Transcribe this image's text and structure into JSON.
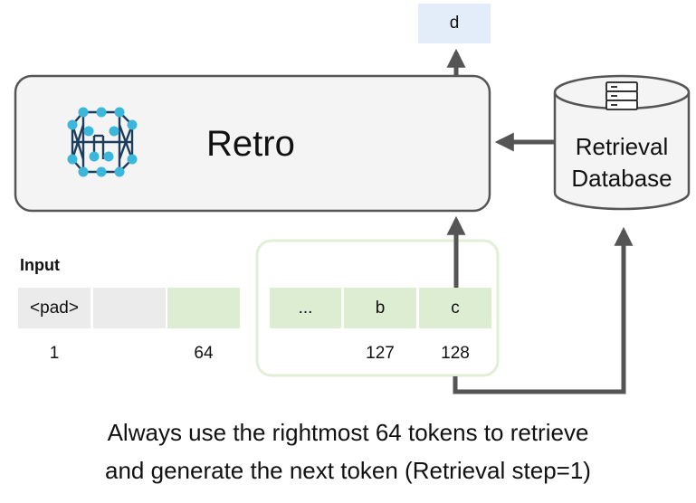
{
  "output_token": "d",
  "model_label": "Retro",
  "database_label_line1": "Retrieval",
  "database_label_line2": "Database",
  "input_heading": "Input",
  "tokens": {
    "pad": "<pad>",
    "ellipsis": "...",
    "b": "b",
    "c": "c"
  },
  "positions": {
    "p1": "1",
    "p64": "64",
    "p127": "127",
    "p128": "128"
  },
  "caption_line1": "Always use the rightmost 64 tokens to retrieve",
  "caption_line2": "and generate the next token (Retrieval step=1)",
  "colors": {
    "output_box": "#e3edf9",
    "model_fill": "#f4f4f4",
    "model_stroke": "#555555",
    "token_green": "#dcedd2",
    "token_gray": "#ebebeb",
    "window_stroke": "#e0efd6",
    "arrow": "#555555",
    "logo": "#3bb7dc",
    "logo_lines": "#1c3d5c"
  },
  "icons": [
    "retro-logo-icon",
    "database-server-icon"
  ]
}
